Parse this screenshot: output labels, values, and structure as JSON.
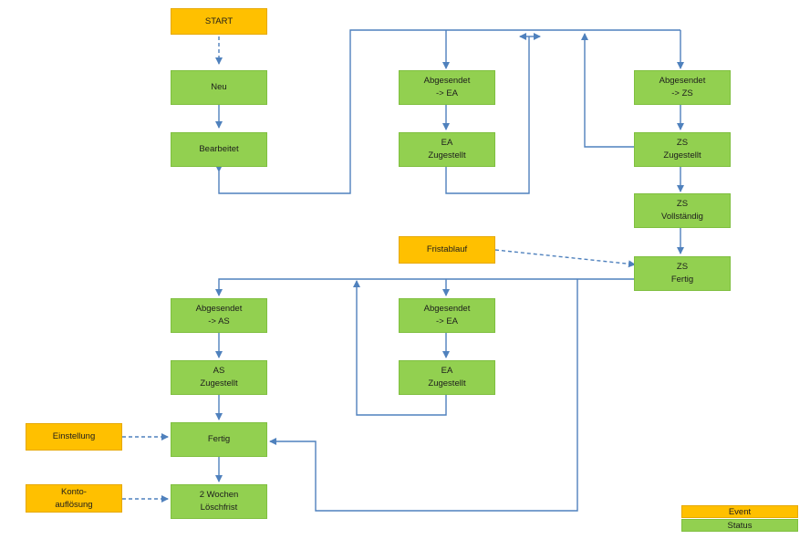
{
  "colors": {
    "status": "#92d050",
    "event": "#ffc000",
    "arrow": "#4f81bd"
  },
  "events": {
    "start": "START",
    "fristablauf": "Fristablauf",
    "einstellung": "Einstellung",
    "kontoaufloesung": "Konto-\nauflösung"
  },
  "statuses": {
    "neu": "Neu",
    "bearbeitet": "Bearbeitet",
    "abgesendet_ea_top": "Abgesendet\n-> EA",
    "ea_zugestellt_top": "EA\nZugestellt",
    "abgesendet_zs": "Abgesendet\n-> ZS",
    "zs_zugestellt": "ZS\nZugestellt",
    "zs_vollstaendig": "ZS\nVollständig",
    "zs_fertig": "ZS\nFertig",
    "abgesendet_as": "Abgesendet\n-> AS",
    "abgesendet_ea_bottom": "Abgesendet\n-> EA",
    "as_zugestellt": "AS\nZugestellt",
    "ea_zugestellt_bottom": "EA\nZugestellt",
    "fertig": "Fertig",
    "loeschfrist": "2 Wochen\nLöschfrist"
  },
  "legend": {
    "event": "Event",
    "status": "Status"
  }
}
